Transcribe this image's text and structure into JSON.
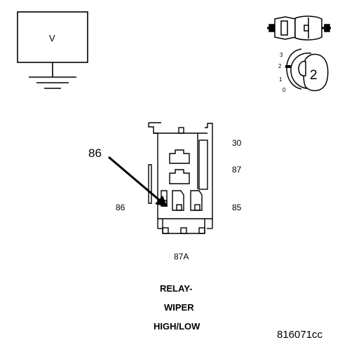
{
  "meter": {
    "label": "V"
  },
  "ignition": {
    "positions": [
      "3",
      "2",
      "1",
      "0"
    ],
    "selected_position": "2"
  },
  "connector": {
    "callout_label": "86",
    "pins": {
      "p30": "30",
      "p87": "87",
      "p86": "86",
      "p85": "85",
      "p87a": "87A"
    }
  },
  "component": {
    "line1": "RELAY-",
    "line2": "WIPER",
    "line3": "HIGH/LOW"
  },
  "figure_id": "816071cc",
  "colors": {
    "ink": "#000000",
    "background": "#ffffff"
  }
}
